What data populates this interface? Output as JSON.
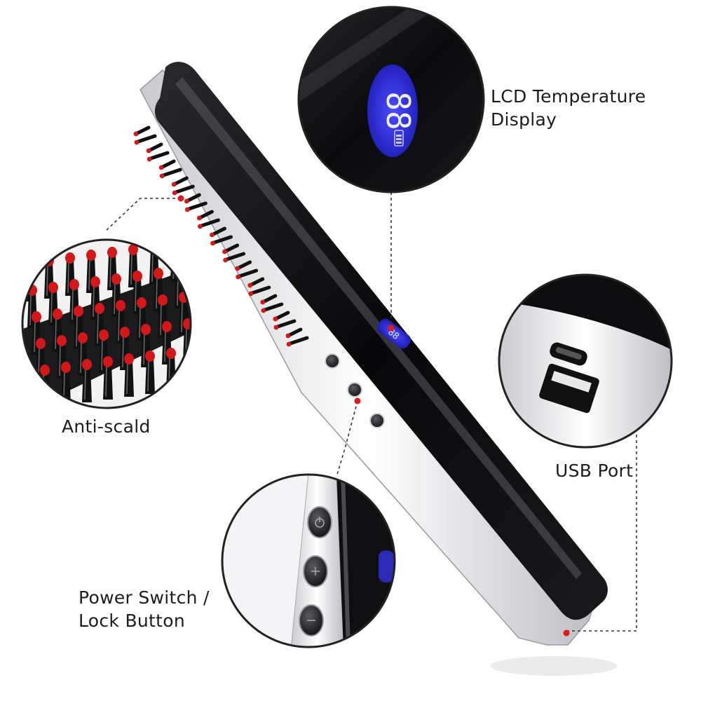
{
  "labels": {
    "lcd": "LCD Temperature\nDisplay",
    "anti_scald": "Anti-scald",
    "usb": "USB Port",
    "power": "Power Switch /\nLock Button"
  },
  "display": {
    "digits": "88"
  },
  "colors": {
    "body": "#0b0b0d",
    "chrome": "#e8e8ec",
    "bristle_tip": "#d21818",
    "lcd": "#2a2ad8",
    "callout_dot": "#e01b1b",
    "text": "#1c1c1c"
  },
  "icons": [
    "power-icon",
    "plus-icon",
    "minus-icon"
  ]
}
